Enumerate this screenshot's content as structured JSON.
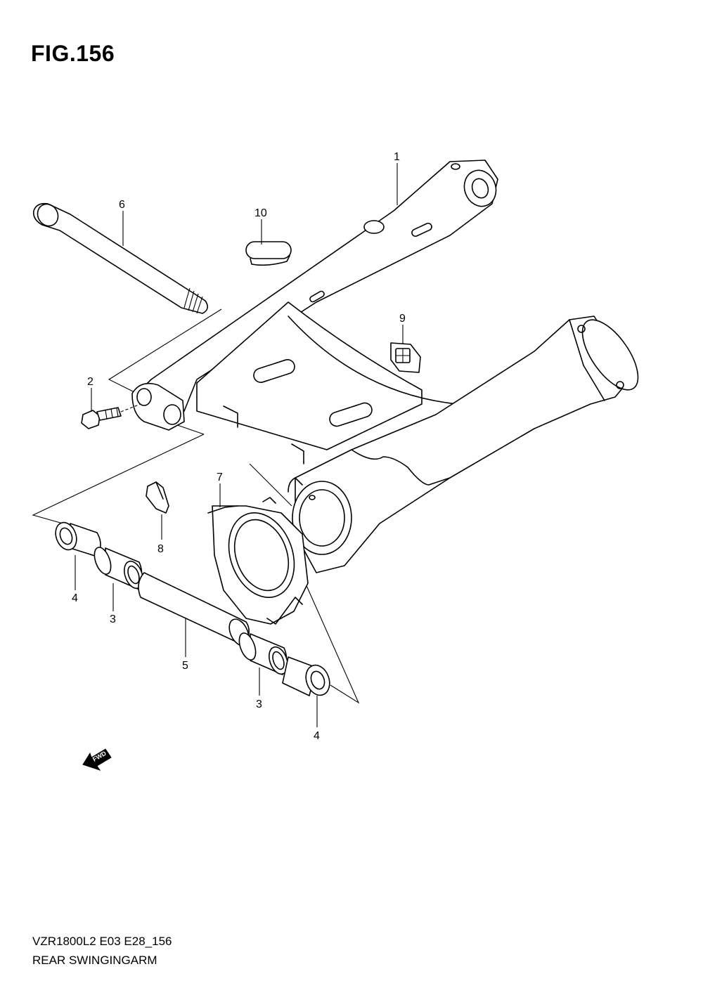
{
  "figure": {
    "title": "FIG.156"
  },
  "callouts": [
    {
      "id": "1",
      "text": "1"
    },
    {
      "id": "2",
      "text": "2"
    },
    {
      "id": "3a",
      "text": "3"
    },
    {
      "id": "3b",
      "text": "3"
    },
    {
      "id": "4a",
      "text": "4"
    },
    {
      "id": "4b",
      "text": "4"
    },
    {
      "id": "5",
      "text": "5"
    },
    {
      "id": "6",
      "text": "6"
    },
    {
      "id": "7",
      "text": "7"
    },
    {
      "id": "8",
      "text": "8"
    },
    {
      "id": "9",
      "text": "9"
    },
    {
      "id": "10",
      "text": "10"
    }
  ],
  "direction_marker": {
    "text": "FWD",
    "icon": "forward-arrow-icon"
  },
  "footer": {
    "code": "VZR1800L2 E03 E28_156",
    "name": "REAR SWINGINGARM"
  }
}
